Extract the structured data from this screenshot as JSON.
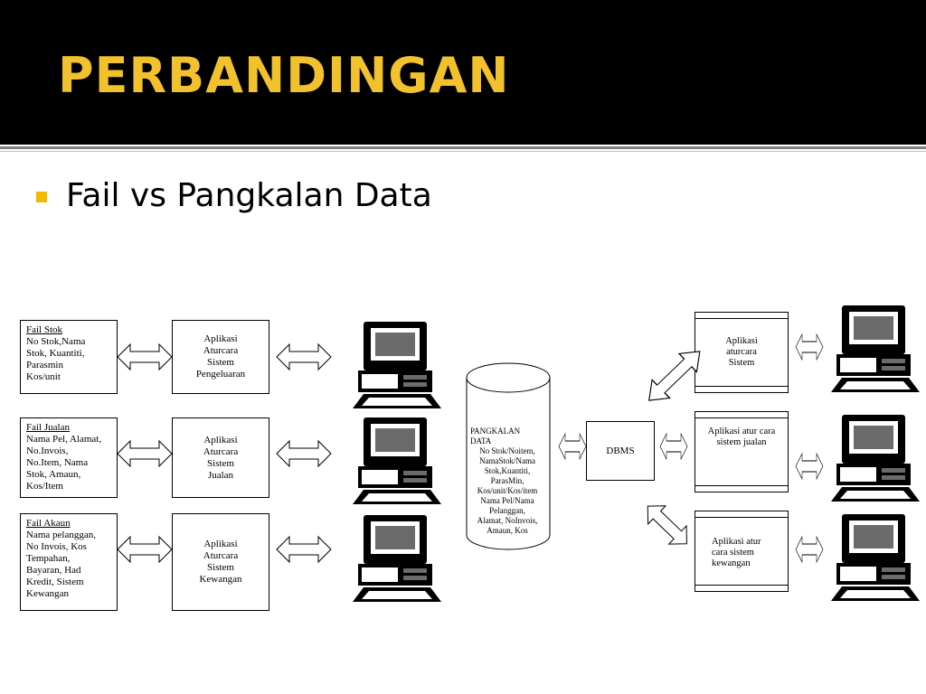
{
  "title": "PERBANDINGAN",
  "bullet": "Fail vs Pangkalan Data",
  "files": [
    {
      "heading": "Fail Stok",
      "lines": [
        "No Stok,Nama",
        "Stok, Kuantiti,",
        "Parasmin",
        "Kos/unit"
      ]
    },
    {
      "heading": "Fail Jualan",
      "lines": [
        "Nama Pel, Alamat,",
        "No.Invois,",
        "No.Item, Nama",
        "Stok, Amaun,",
        "Kos/Item"
      ]
    },
    {
      "heading": "Fail Akaun",
      "lines": [
        "Nama pelanggan,",
        "No Invois, Kos",
        "Tempahan,",
        "Bayaran, Had",
        "Kredit, Sistem",
        "Kewangan"
      ]
    }
  ],
  "apps_left": [
    [
      "Aplikasi",
      "Aturcara",
      "Sistem",
      "Pengeluaran"
    ],
    [
      "Aplikasi",
      "Aturcara",
      "Sistem",
      "Jualan"
    ],
    [
      "Aplikasi",
      "Aturcara",
      "Sistem",
      "Kewangan"
    ]
  ],
  "database": {
    "heading": [
      "PANGKALAN",
      "DATA"
    ],
    "lines": [
      "No Stok/Noitem,",
      "NamaStok/Nama",
      "Stok,Kuantiti,",
      "ParasMin,",
      "Kos/unit/Kos/item",
      "Nama Pel/Nama",
      "Pelanggan,",
      "Alamat, NoInvois,",
      "Amaun, Kos"
    ]
  },
  "dbms": "DBMS",
  "apps_right": [
    [
      "Aplikasi",
      "aturcara",
      "Sistem"
    ],
    [
      "Aplikasi atur cara",
      "sistem jualan"
    ],
    [
      "Aplikasi atur",
      "cara sistem",
      "kewangan"
    ]
  ],
  "colors": {
    "title": "#f2c12e",
    "bullet": "#f2b900",
    "header_bg": "#000000"
  },
  "icons": [
    "computer-icon",
    "double-arrow-icon"
  ]
}
